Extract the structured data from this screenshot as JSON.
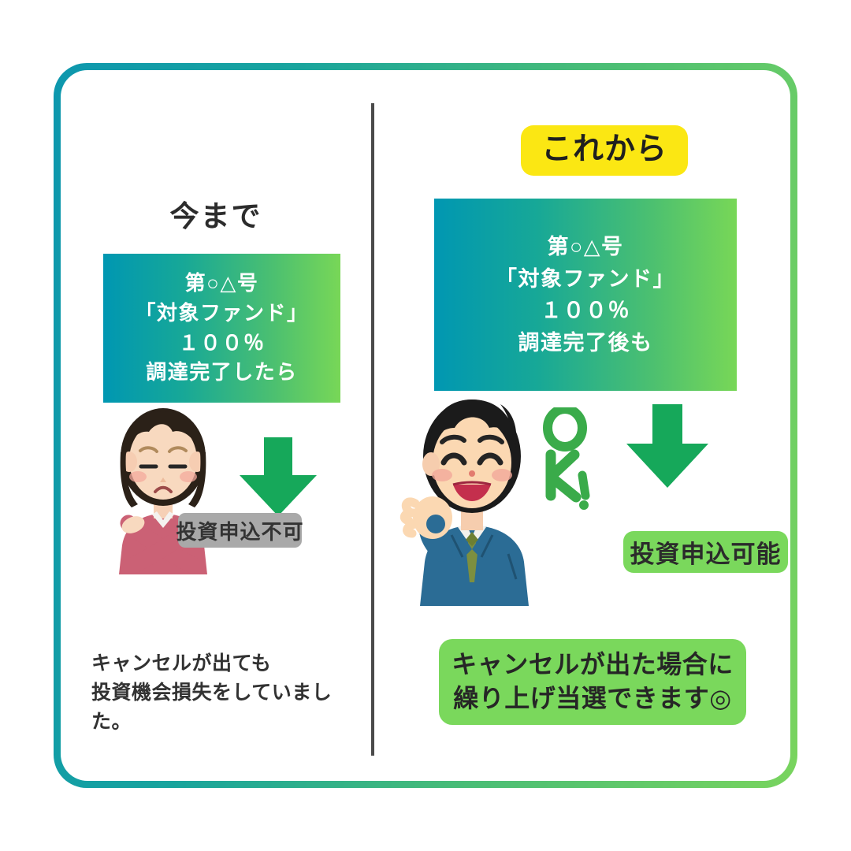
{
  "frame": {
    "border_gradient_start": "#0d97ae",
    "border_gradient_end": "#79d45e",
    "background": "#ffffff"
  },
  "left_panel": {
    "heading": "今まで",
    "info_box": {
      "lines": [
        "第○△号",
        "「対象ファンド」",
        "１００％",
        "調達完了したら"
      ],
      "gradient_start": "#0097b2",
      "gradient_end": "#78d757",
      "text_color": "#ffffff"
    },
    "illustration": {
      "name": "sad-woman-crossed-arms",
      "description": "困った表情で腕をバツに組む女性"
    },
    "arrow": {
      "name": "down-arrow",
      "color": "#16a85a"
    },
    "result_badge": {
      "label": "投資申込不可",
      "background": "#a9a9a9",
      "text_color": "#333333"
    },
    "footer": {
      "lines": [
        "キャンセルが出ても",
        "投資機会損失をしていました。"
      ],
      "text_color": "#323232"
    }
  },
  "right_panel": {
    "heading": "これから",
    "heading_badge_color": "#fbe713",
    "info_box": {
      "lines": [
        "第○△号",
        "「対象ファンド」",
        "１００％",
        "調達完了後も"
      ],
      "gradient_start": "#0097b2",
      "gradient_end": "#78d757",
      "text_color": "#ffffff"
    },
    "illustration": {
      "name": "smiling-businessman-ok-sign",
      "description": "笑顔でOKサインをするスーツの男性"
    },
    "ok_mark": {
      "label": "OK!",
      "color": "#3aab4a"
    },
    "arrow": {
      "name": "down-arrow",
      "color": "#16a85a"
    },
    "result_badge": {
      "label": "投資申込可能",
      "background": "#7ad85c",
      "text_color": "#2b2b2b"
    },
    "footer": {
      "lines": [
        "キャンセルが出た場合に",
        "繰り上げ当選できます◎"
      ],
      "background": "#7ad85c",
      "text_color": "#262626"
    }
  },
  "divider": {
    "color": "#4a4a4a"
  }
}
